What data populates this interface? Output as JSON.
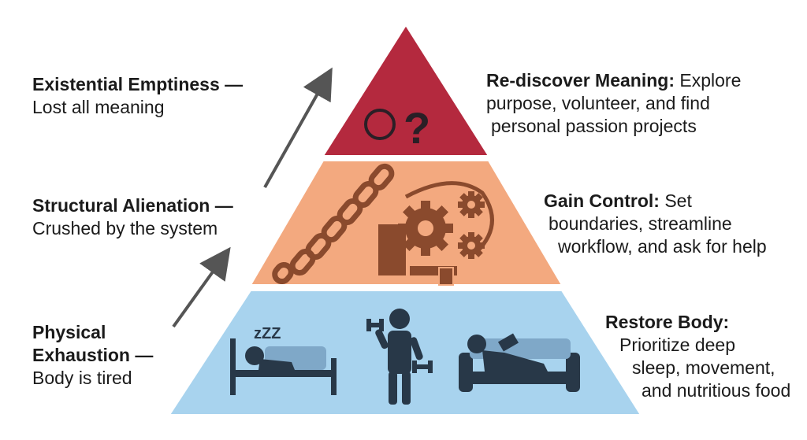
{
  "colors": {
    "top_tier": "#b4293e",
    "middle_tier": "#f3a97f",
    "bottom_tier": "#a8d3ee",
    "icon_dark": "#283848",
    "chain_brown": "#8a4a2d",
    "arrow": "#555555"
  },
  "left_labels": [
    {
      "title": "Existential Emptiness",
      "dash": " —",
      "sub": "Lost all meaning"
    },
    {
      "title": "Structural Alienation",
      "dash": " —",
      "sub": "Crushed by the system"
    },
    {
      "title_line1": "Physical",
      "title_line2": "Exhaustion",
      "dash": " —",
      "sub": "Body is tired"
    }
  ],
  "right_labels": [
    {
      "title": "Re-discover Meaning:",
      "lines": [
        " Explore",
        "purpose, volunteer, and find",
        "personal passion projects"
      ]
    },
    {
      "title": "Gain Control:",
      "lines": [
        " Set",
        "boundaries, streamline",
        "workflow, and ask for help"
      ]
    },
    {
      "title": "Restore Body:",
      "lines": [
        "Prioritize deep",
        "sleep, movement,",
        "and nutritious food"
      ]
    }
  ],
  "icons": {
    "top": [
      "circle-icon",
      "question-mark-icon"
    ],
    "middle": [
      "chain-icon",
      "gears-icon"
    ],
    "bottom": [
      "sleeping-person-icon",
      "dumbbell-person-icon",
      "reading-on-couch-icon"
    ]
  },
  "snore_text": "zZZ",
  "question_glyph": "?"
}
